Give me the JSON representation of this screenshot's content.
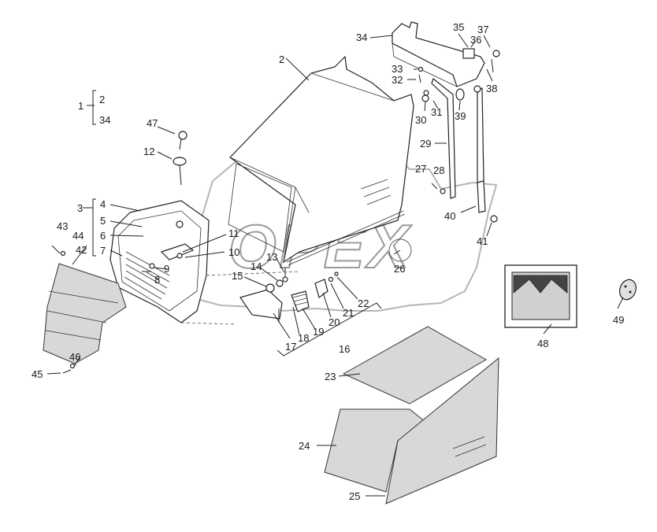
{
  "watermark": {
    "text": "OPEX"
  },
  "labels": {
    "l1": "1",
    "l2": "2",
    "l3": "3",
    "l4": "4",
    "l5": "5",
    "l6": "6",
    "l7": "7",
    "l8": "8",
    "l9": "9",
    "l10": "10",
    "l11": "11",
    "l12": "12",
    "l13": "13",
    "l14": "14",
    "l15": "15",
    "l16": "16",
    "l17": "17",
    "l18": "18",
    "l19": "19",
    "l20": "20",
    "l21": "21",
    "l22": "22",
    "l23": "23",
    "l24": "24",
    "l25": "25",
    "l26": "26",
    "l27": "27",
    "l28": "28",
    "l29": "29",
    "l30": "30",
    "l31": "31",
    "l32": "32",
    "l33": "33",
    "l34": "34",
    "l35": "35",
    "l36": "36",
    "l37": "37",
    "l38": "38",
    "l39": "39",
    "l40": "40",
    "l41": "41",
    "l42": "42",
    "l43": "43",
    "l44": "44",
    "l45": "45",
    "l46": "46",
    "l47": "47",
    "l48": "48",
    "l49": "49"
  },
  "groups": {
    "g1_items": [
      "2",
      "34"
    ],
    "g3_items": [
      "4",
      "5",
      "6",
      "7"
    ]
  }
}
